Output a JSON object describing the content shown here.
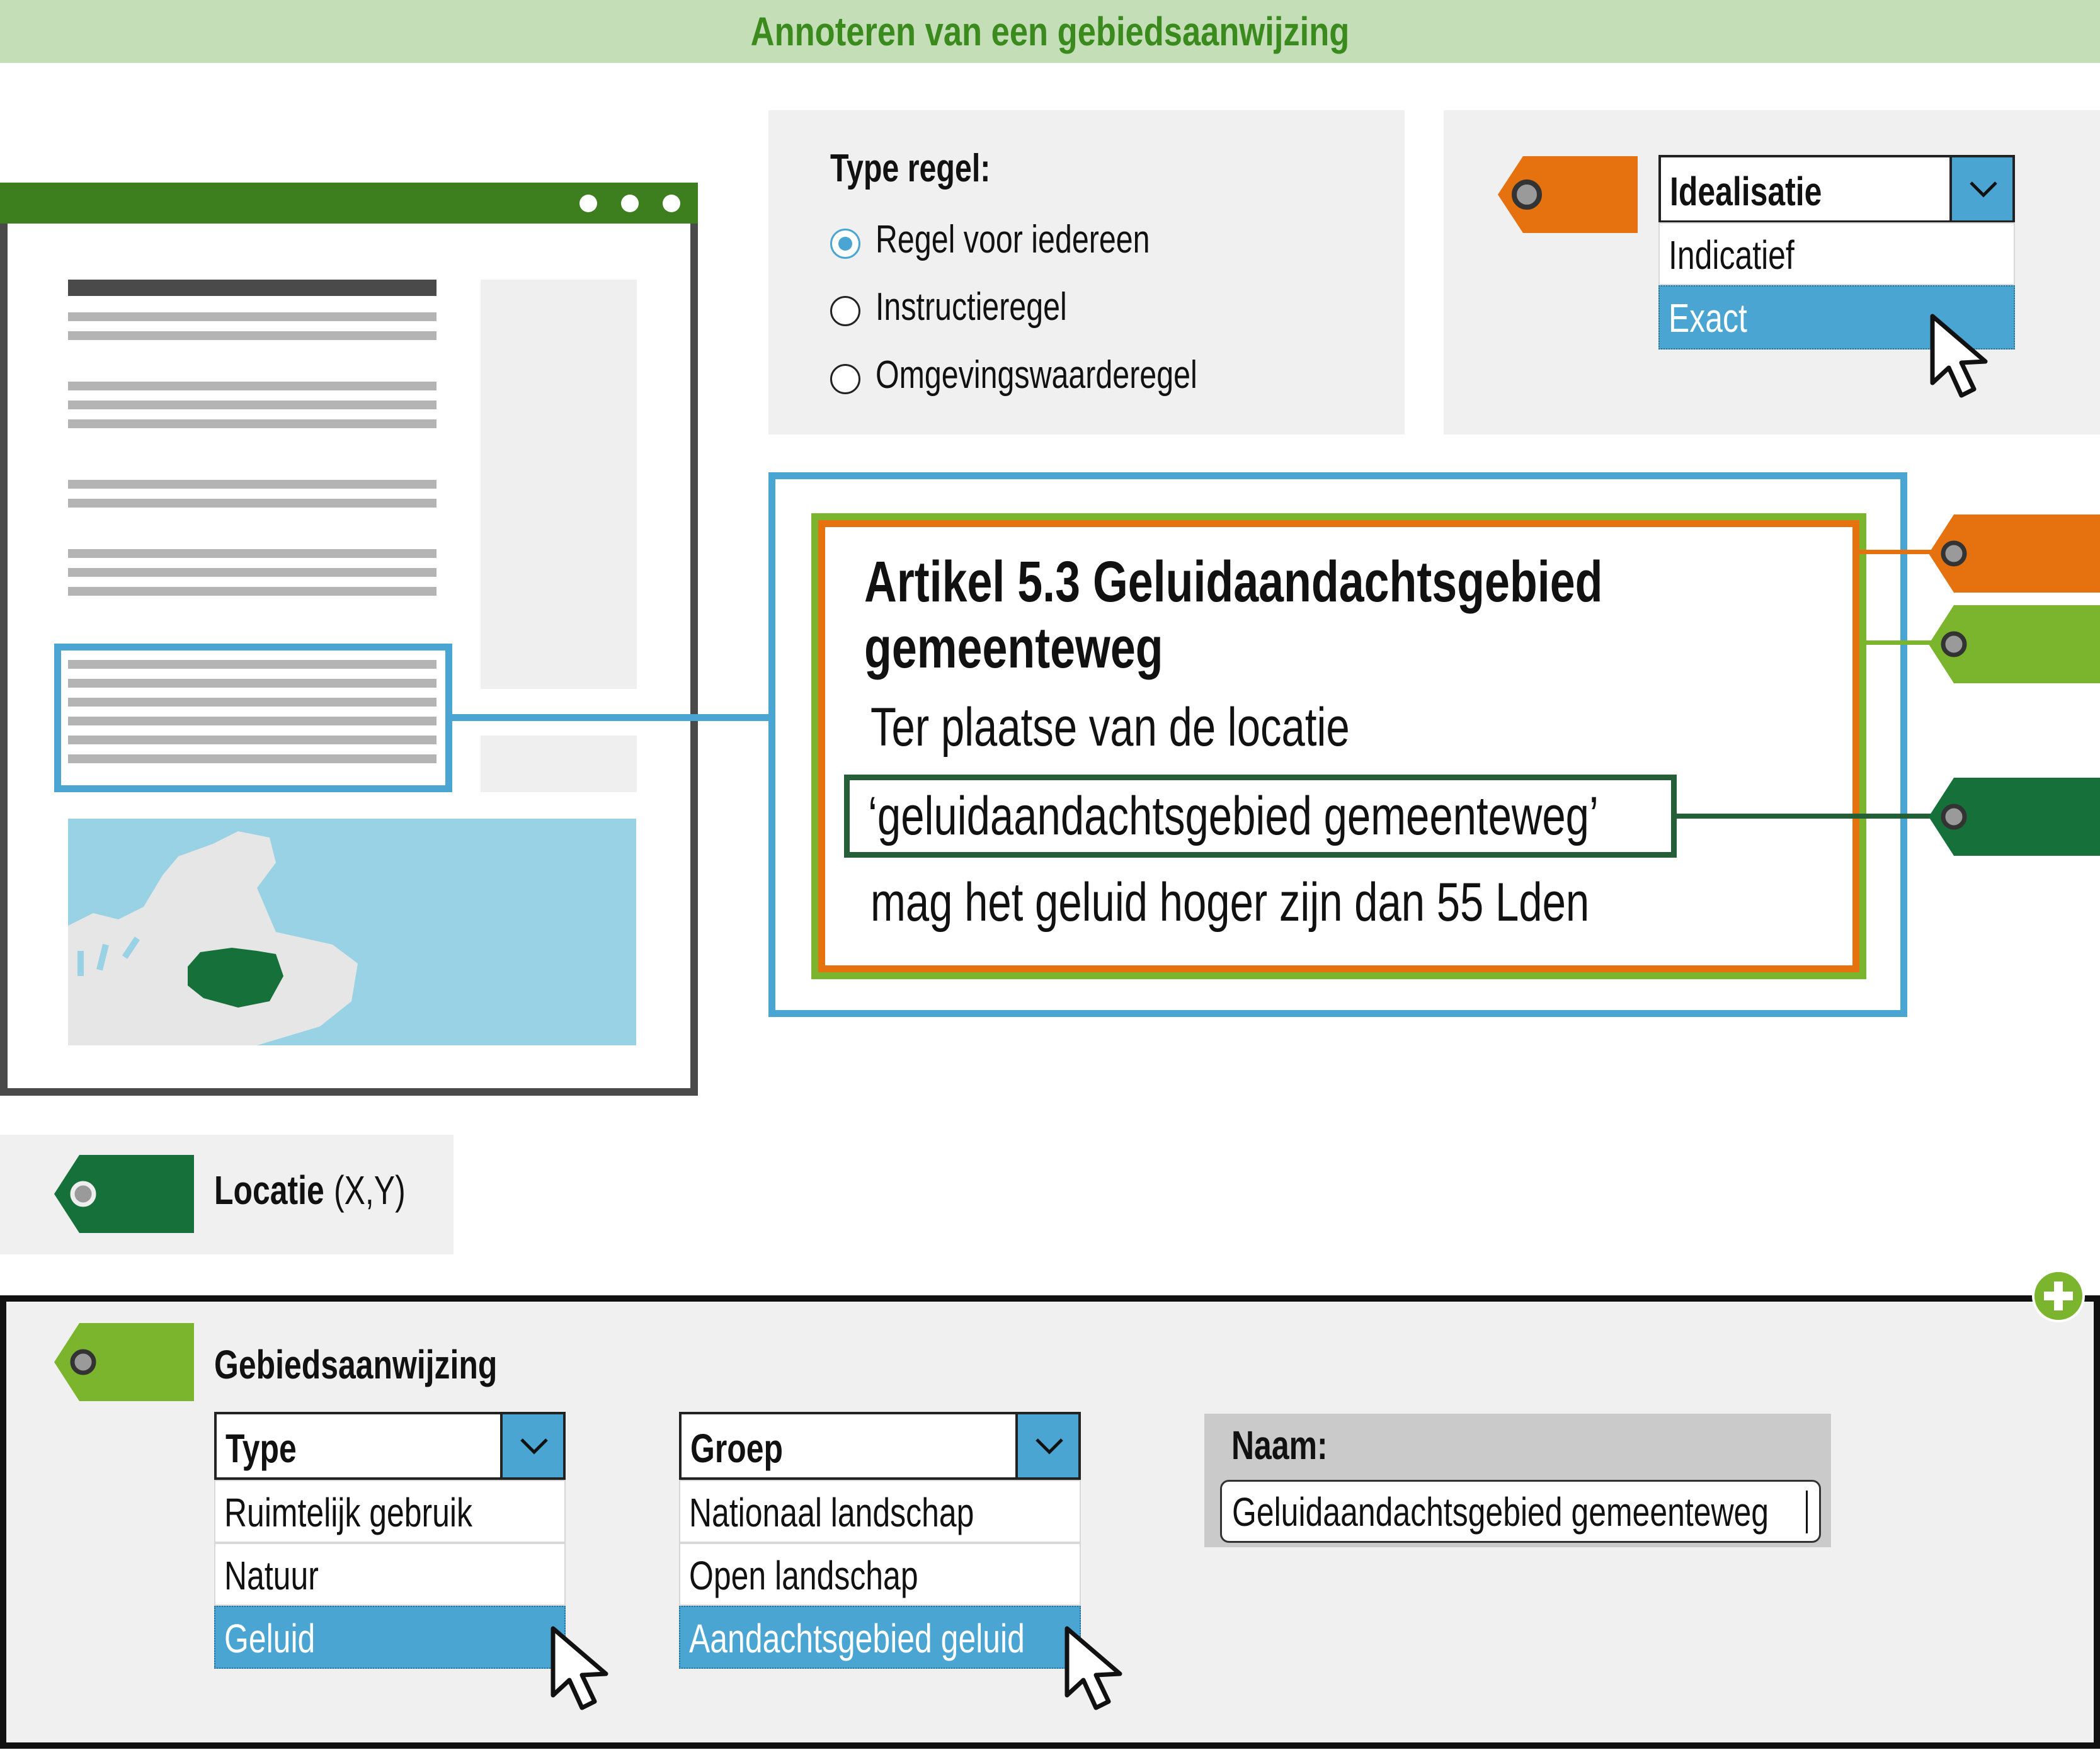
{
  "title": "Annoteren van een gebiedsaanwijzing",
  "type_regel": {
    "heading": "Type regel:",
    "options": [
      "Regel voor iedereen",
      "Instructieregel",
      "Omgevingswaarderegel"
    ],
    "selected": "Regel voor iedereen"
  },
  "idealisatie": {
    "header": "Idealisatie",
    "options": [
      "Indicatief",
      "Exact"
    ],
    "selected": "Exact"
  },
  "article": {
    "title_line1": "Artikel 5.3 Geluidaandachtsgebied",
    "title_line2": "gemeenteweg",
    "text_line1": "Ter plaatse van de locatie",
    "location_text": "‘geluidaandachtsgebied gemeenteweg’",
    "text_line3": "mag het geluid hoger zijn dan 55 Lden"
  },
  "locatie": {
    "label": "Locatie",
    "coords": "(X,Y)"
  },
  "gebiedsaanwijzing": {
    "label": "Gebiedsaanwijzing",
    "type_dropdown": {
      "header": "Type",
      "options": [
        "Ruimtelijk gebruik",
        "Natuur",
        "Geluid"
      ],
      "selected": "Geluid"
    },
    "groep_dropdown": {
      "header": "Groep",
      "options": [
        "Nationaal landschap",
        "Open landschap",
        "Aandachtsgebied geluid"
      ],
      "selected": "Aandachtsgebied geluid"
    },
    "naam": {
      "label": "Naam:",
      "value": "Geluidaandachtsgebied gemeenteweg"
    }
  },
  "colors": {
    "title_bar": "#c4dfb8",
    "title_text": "#3b8a1d",
    "blue": "#4aa5d3",
    "orange": "#e5720e",
    "light_green": "#7ab52d",
    "dark_green": "#16703a",
    "location_border": "#245f38"
  },
  "icons": [
    "tag-icon",
    "cursor-icon",
    "chevron-down-icon",
    "plus-icon",
    "window-dots-icon"
  ]
}
